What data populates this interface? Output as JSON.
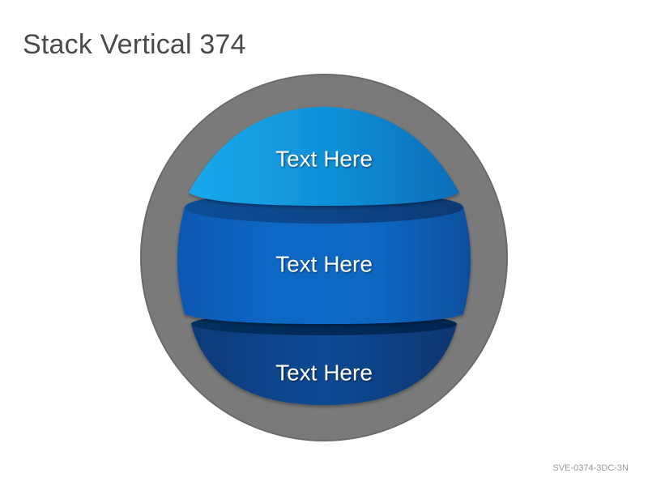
{
  "header": {
    "title": "Stack Vertical 374"
  },
  "diagram": {
    "segments": [
      {
        "label": "Text Here",
        "color": "#1e9be0"
      },
      {
        "label": "Text Here",
        "color": "#0a66c2"
      },
      {
        "label": "Text Here",
        "color": "#0a4387"
      }
    ],
    "ring_color": "#7a7a7a"
  },
  "footer": {
    "code": "SVE-0374-3DC-3N"
  }
}
